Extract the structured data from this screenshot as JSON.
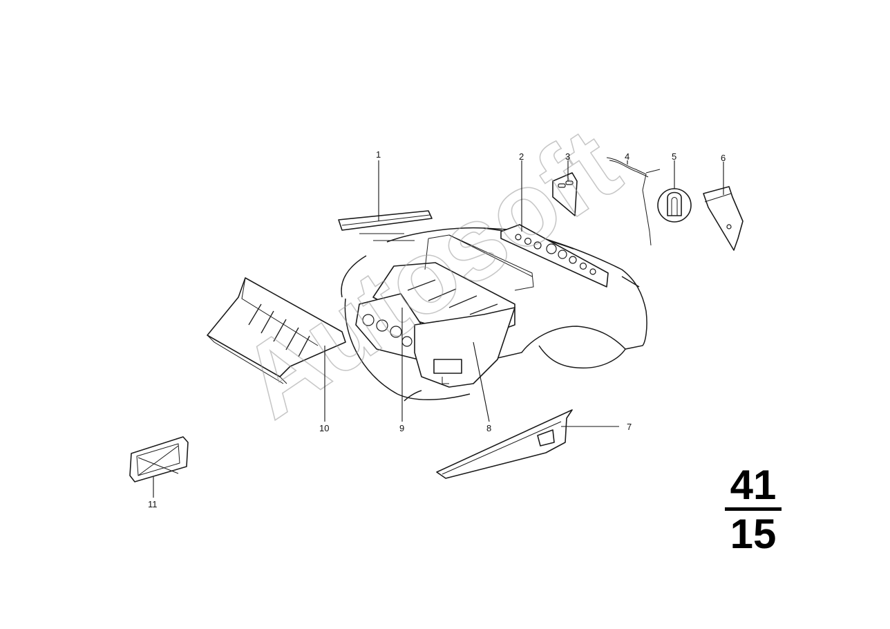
{
  "diagram": {
    "callouts": [
      "1",
      "2",
      "3",
      "4",
      "5",
      "6",
      "7",
      "8",
      "9",
      "10",
      "11"
    ],
    "watermark": "Autosoft",
    "page_group": "41",
    "page_number": "15"
  }
}
